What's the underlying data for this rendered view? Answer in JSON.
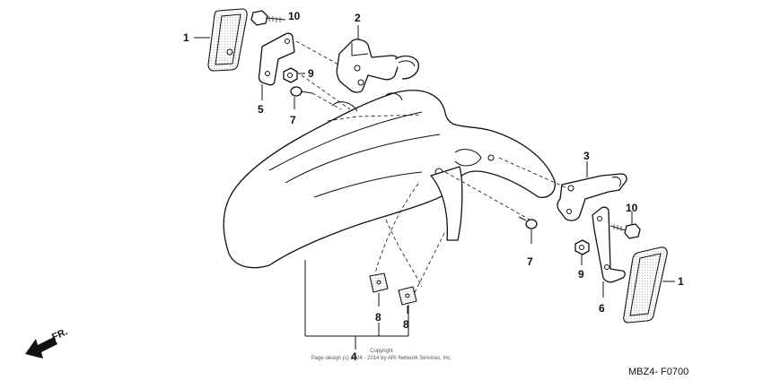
{
  "callouts": {
    "c1a": "1",
    "c2": "2",
    "c10a": "10",
    "c9a": "9",
    "c5": "5",
    "c7a": "7",
    "c3": "3",
    "c10b": "10",
    "c7b": "7",
    "c9b": "9",
    "c6": "6",
    "c1b": "1",
    "c8a": "8",
    "c8b": "8",
    "c4": "4"
  },
  "direction": "FR.",
  "diagram_code": "MBZ4- F0700",
  "copyright_line1": "Copyright",
  "copyright_line2": "Page design (c) 2004 - 2014 by ARI Network Services, Inc."
}
